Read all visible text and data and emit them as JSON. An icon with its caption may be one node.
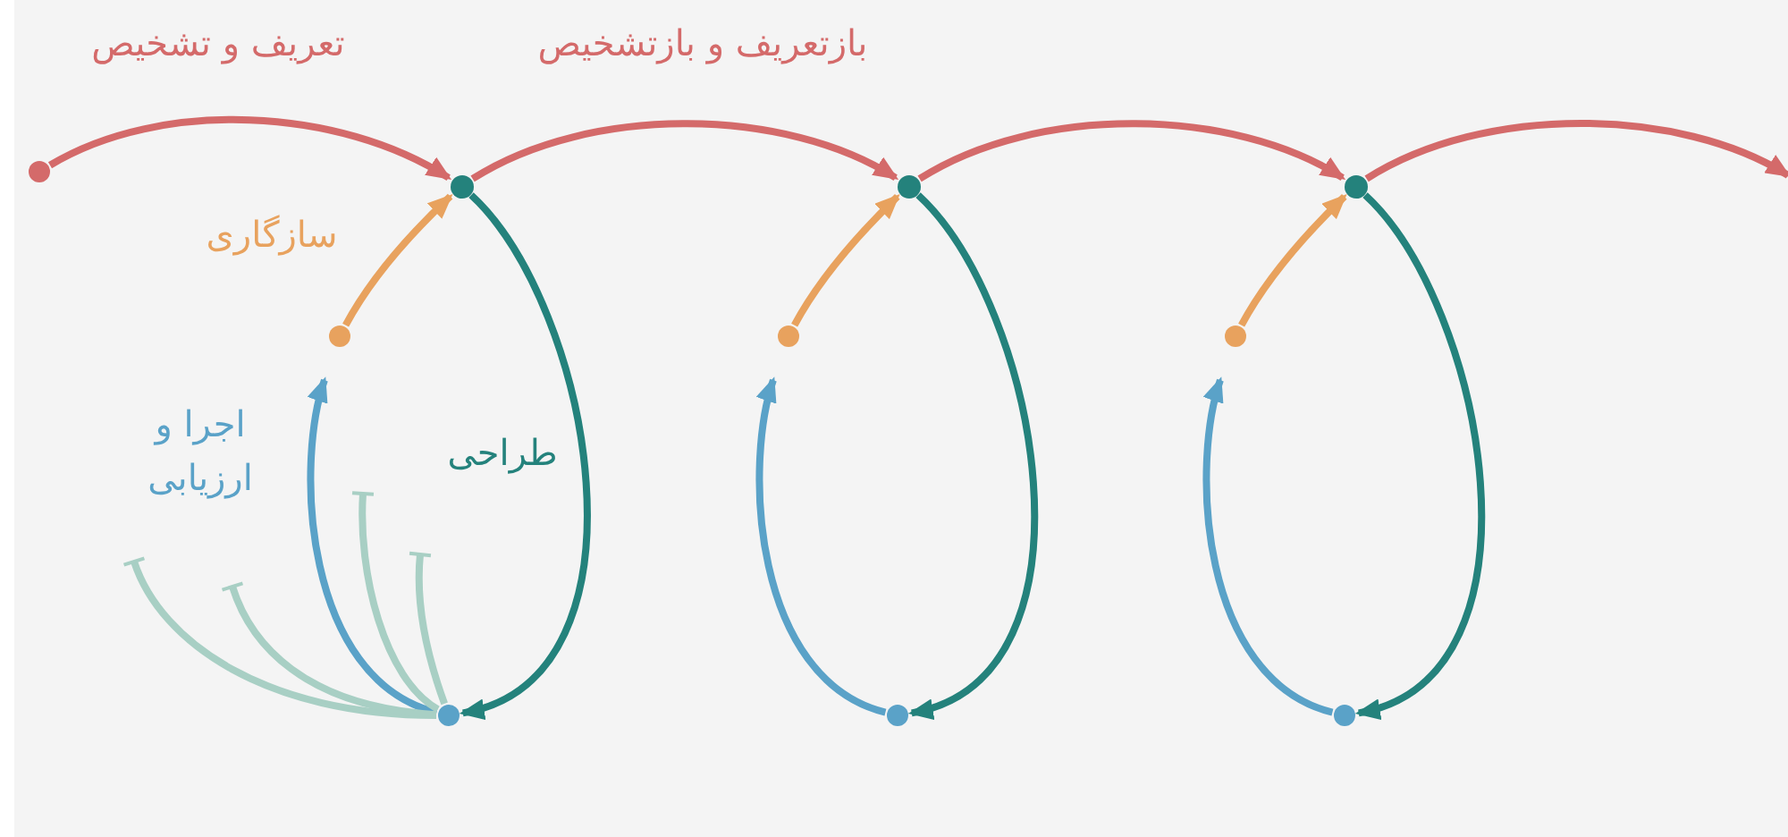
{
  "diagram": {
    "nodes": [
      {
        "text": [],
        "shape": "circle"
      },
      {
        "text": [],
        "shape": "circle"
      },
      {
        "text": [],
        "shape": "circle"
      },
      {
        "text": [],
        "shape": "circle"
      },
      {
        "text": [],
        "shape": "circle"
      },
      {
        "text": [],
        "shape": "circle"
      },
      {
        "text": [],
        "shape": "circle"
      },
      {
        "text": [],
        "shape": "circle"
      },
      {
        "text": [],
        "shape": "circle"
      },
      {
        "text": [],
        "shape": "circle"
      }
    ],
    "edges": [
      {
        "from": 0,
        "to": 1,
        "arrow": "to",
        "color": "#d46a6a",
        "label": "تعریف و تشخیص"
      },
      {
        "from": 1,
        "to": 2,
        "arrow": "to",
        "color": "#d46a6a",
        "label": "بازتعریف و بازتشخیص"
      },
      {
        "from": 2,
        "to": 3,
        "arrow": "to",
        "color": "#d46a6a"
      },
      {
        "from": 3,
        "to": null,
        "arrow": "to",
        "color": "#d46a6a"
      },
      {
        "from": 4,
        "to": 1,
        "arrow": "to",
        "color": "#e8a25e",
        "label": "سازگاری"
      },
      {
        "from": 5,
        "to": 2,
        "arrow": "to",
        "color": "#e8a25e"
      },
      {
        "from": 6,
        "to": 3,
        "arrow": "to",
        "color": "#e8a25e"
      },
      {
        "from": 1,
        "to": 7,
        "arrow": "to",
        "color": "#24827c",
        "label": "طراحی"
      },
      {
        "from": 2,
        "to": 8,
        "arrow": "to",
        "color": "#24827c"
      },
      {
        "from": 3,
        "to": 9,
        "arrow": "to",
        "color": "#24827c"
      },
      {
        "from": 7,
        "to": 4,
        "arrow": "to",
        "color": "#5aa2c8",
        "label": "اجرا و ارزیابی"
      },
      {
        "from": 8,
        "to": 5,
        "arrow": "to",
        "color": "#5aa2c8"
      },
      {
        "from": 9,
        "to": 6,
        "arrow": "to",
        "color": "#5aa2c8"
      },
      {
        "from": 7,
        "to": null,
        "arrow": "other",
        "color": "#a8cfc4"
      },
      {
        "from": 7,
        "to": null,
        "arrow": "other",
        "color": "#a8cfc4"
      },
      {
        "from": 7,
        "to": null,
        "arrow": "other",
        "color": "#a8cfc4"
      },
      {
        "from": 7,
        "to": null,
        "arrow": "other",
        "color": "#a8cfc4"
      }
    ]
  }
}
